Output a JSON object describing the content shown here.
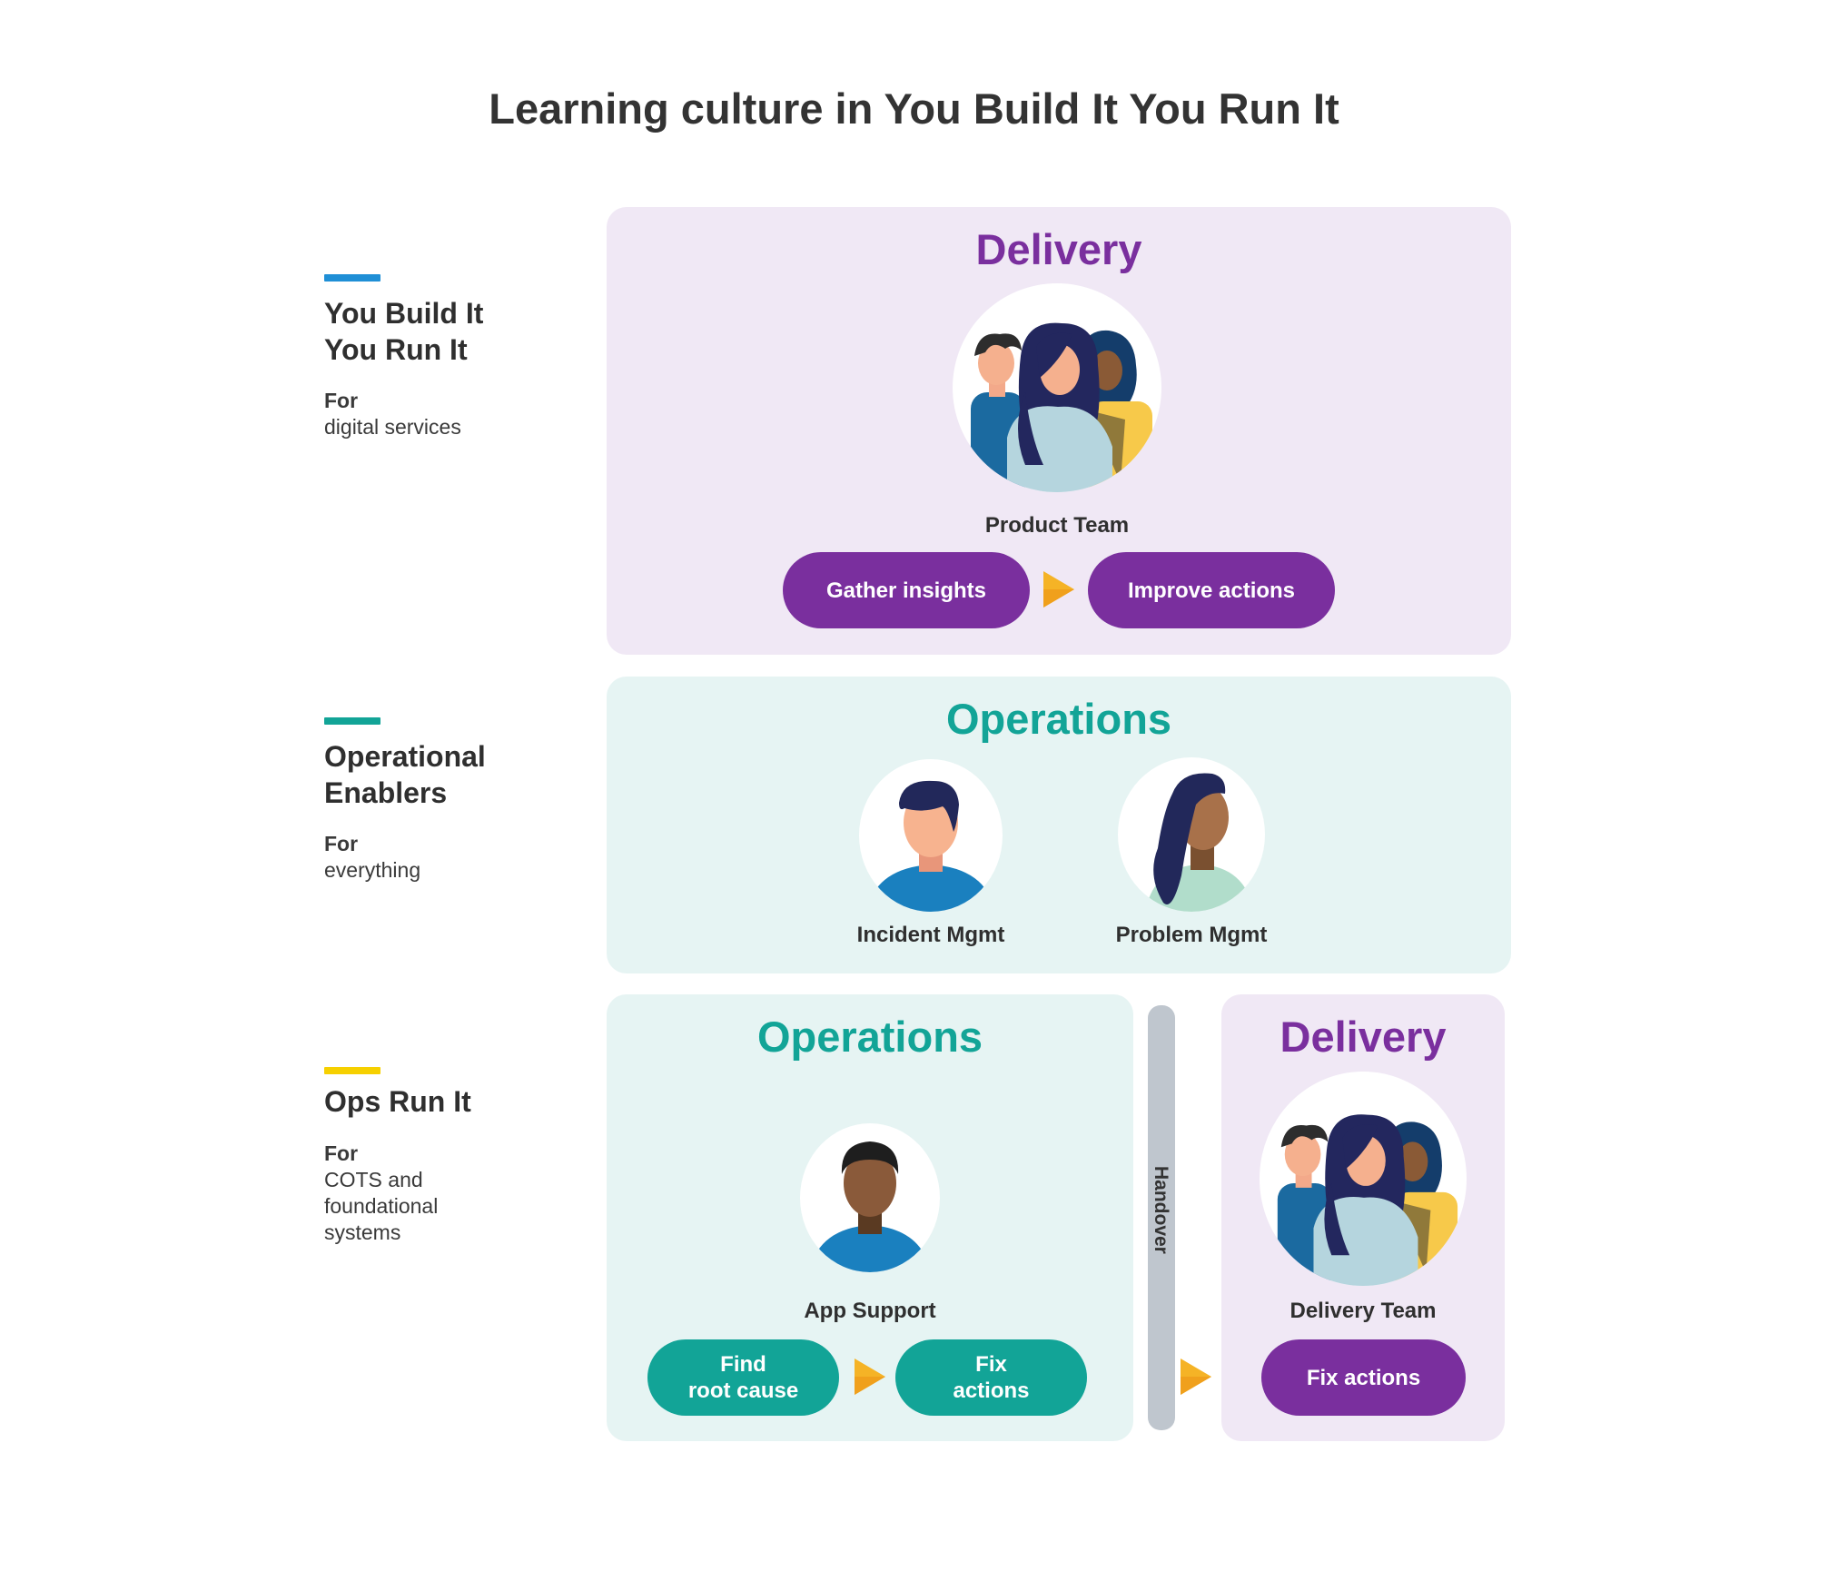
{
  "title": "Learning culture in You Build It You Run It",
  "colors": {
    "blue_accent": "#1f8fd6",
    "teal_accent": "#12a497",
    "yellow_accent": "#f6d000",
    "purple": "#7a2f9e",
    "teal": "#12a497",
    "purple_bg": "#f0e8f5",
    "teal_bg": "#e6f4f3",
    "arrow": "#f5b326",
    "handover": "#bfc6ce"
  },
  "rows": [
    {
      "heading_lines": [
        "You Build It",
        "You Run It"
      ],
      "for_label": "For",
      "for_lines": [
        "digital services"
      ],
      "accent": "#1f8fd6"
    },
    {
      "heading_lines": [
        "Operational",
        "Enablers"
      ],
      "for_label": "For",
      "for_lines": [
        "everything"
      ],
      "accent": "#12a497"
    },
    {
      "heading_lines": [
        "Ops Run It"
      ],
      "for_label": "For",
      "for_lines": [
        "COTS and",
        "foundational",
        "systems"
      ],
      "accent": "#f6d000"
    }
  ],
  "row1_panel": {
    "title": "Delivery",
    "avatar_icon": "product-team-group-icon",
    "caption": "Product Team",
    "steps": [
      "Gather insights",
      "Improve actions"
    ]
  },
  "row2_panel": {
    "title": "Operations",
    "people": [
      {
        "caption": "Incident Mgmt",
        "icon": "incident-mgmt-person-icon"
      },
      {
        "caption": "Problem Mgmt",
        "icon": "problem-mgmt-person-icon"
      }
    ]
  },
  "row3_ops_panel": {
    "title": "Operations",
    "avatar_icon": "app-support-person-icon",
    "caption": "App Support",
    "steps": [
      {
        "lines": [
          "Find",
          "root cause"
        ]
      },
      {
        "lines": [
          "Fix",
          "actions"
        ]
      }
    ]
  },
  "handover_label": "Handover",
  "row3_delivery_panel": {
    "title": "Delivery",
    "avatar_icon": "delivery-team-group-icon",
    "caption": "Delivery Team",
    "steps": [
      "Fix actions"
    ]
  }
}
